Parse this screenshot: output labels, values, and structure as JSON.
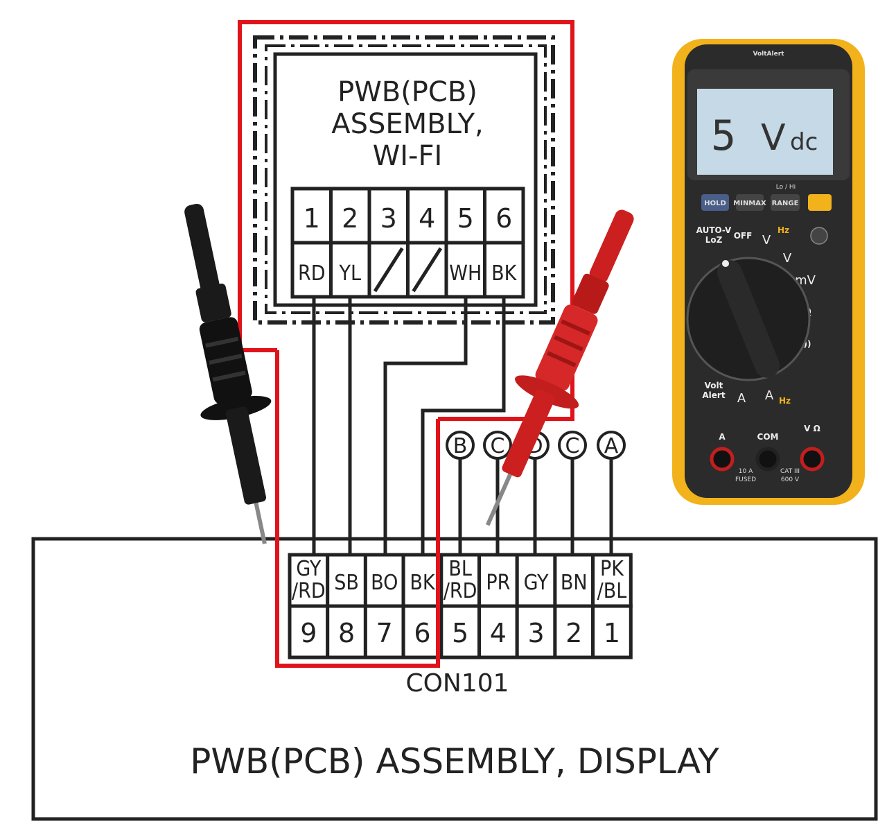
{
  "wifi_board": {
    "title_lines": [
      "PWB(PCB)",
      "ASSEMBLY,",
      "WI-FI"
    ],
    "pins": [
      {
        "number": "1",
        "wire": "RD"
      },
      {
        "number": "2",
        "wire": "YL"
      },
      {
        "number": "3",
        "wire": ""
      },
      {
        "number": "4",
        "wire": ""
      },
      {
        "number": "5",
        "wire": "WH"
      },
      {
        "number": "6",
        "wire": "BK"
      }
    ]
  },
  "display_board": {
    "title": "PWB(PCB) ASSEMBLY, DISPLAY",
    "connector_label": "CON101",
    "pins": [
      {
        "number": "9",
        "wire_lines": [
          "GY",
          "/RD"
        ]
      },
      {
        "number": "8",
        "wire_lines": [
          "SB"
        ]
      },
      {
        "number": "7",
        "wire_lines": [
          "BO"
        ]
      },
      {
        "number": "6",
        "wire_lines": [
          "BK"
        ]
      },
      {
        "number": "5",
        "wire_lines": [
          "BL",
          "/RD"
        ]
      },
      {
        "number": "4",
        "wire_lines": [
          "PR"
        ]
      },
      {
        "number": "3",
        "wire_lines": [
          "GY"
        ]
      },
      {
        "number": "2",
        "wire_lines": [
          "BN"
        ]
      },
      {
        "number": "1",
        "wire_lines": [
          "PK",
          "/BL"
        ]
      }
    ]
  },
  "circle_labels": [
    "B",
    "C",
    "D",
    "C",
    "A"
  ],
  "multimeter": {
    "brand": "VoltAlert",
    "reading_value": "5",
    "reading_unit_big": "V",
    "reading_unit_small": "dc",
    "buttons": [
      "HOLD",
      "MINMAX",
      "RANGE"
    ],
    "lo_hi_label": "Lo / Hi",
    "dial_labels": {
      "auto_v_line1": "AUTO-V",
      "auto_v_line2": "LoZ",
      "off": "OFF",
      "v_ac": "V",
      "hz": "Hz",
      "v_dc": "V",
      "mv": "mV",
      "ohm": "Ω",
      "continuity": "·)))",
      "volt_alert_line1": "Volt",
      "volt_alert_line2": "Alert",
      "a_dc": "A",
      "a_ac": "A",
      "a_hz": "Hz"
    },
    "jacks": {
      "a_label": "A",
      "com_label": "COM",
      "v_label": "V Ω",
      "fuse_line1": "10 A",
      "fuse_line2": "FUSED",
      "cat_line1": "CAT III",
      "cat_line2": "600 V"
    }
  },
  "colors": {
    "red_outline": "#e0131b",
    "probe_red": "#cc1f1f",
    "probe_black": "#1a1a1a",
    "meter_yellow": "#f2b21b",
    "lcd_bg": "#c6d9e6"
  }
}
